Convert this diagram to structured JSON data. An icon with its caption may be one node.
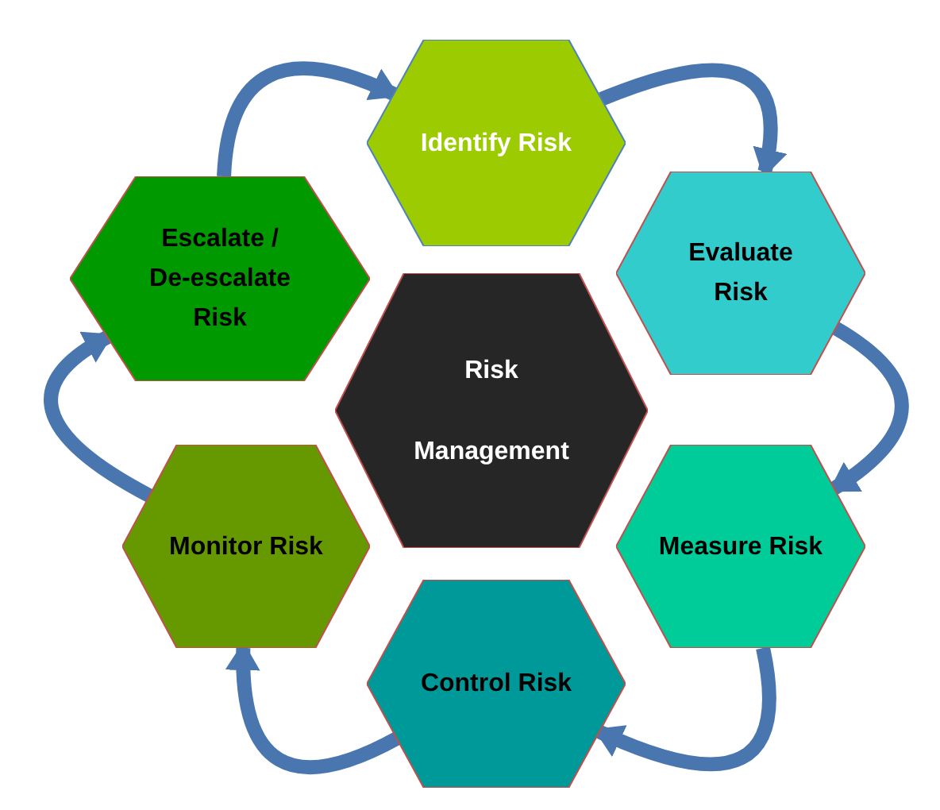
{
  "diagram": {
    "nodes": [
      {
        "text": [
          "Identify Risk"
        ]
      },
      {
        "text": [
          "Escalate / De-escalate Risk"
        ]
      },
      {
        "text": [
          "Evaluate Risk"
        ]
      },
      {
        "text": [
          "Risk",
          "Management"
        ]
      },
      {
        "text": [
          "Monitor Risk"
        ]
      },
      {
        "text": [
          "Measure Risk"
        ]
      },
      {
        "text": [
          "Control Risk"
        ]
      }
    ],
    "edges": [
      {
        "from": 1,
        "to": 0,
        "arrow": "to"
      },
      {
        "from": 0,
        "to": 2,
        "arrow": "to"
      },
      {
        "from": 2,
        "to": 5,
        "arrow": "to"
      },
      {
        "from": 5,
        "to": 6,
        "arrow": "to"
      },
      {
        "from": 6,
        "to": 4,
        "arrow": "to"
      },
      {
        "from": 4,
        "to": 1,
        "arrow": "to"
      }
    ]
  }
}
